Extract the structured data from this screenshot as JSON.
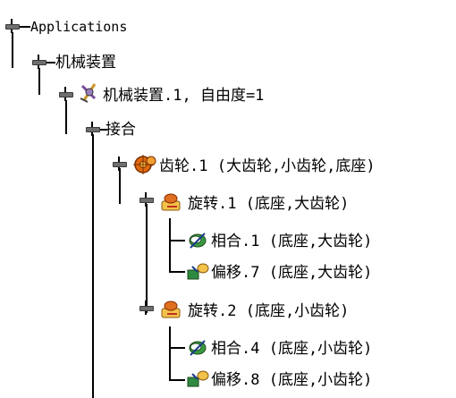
{
  "tree": {
    "nodes": [
      {
        "name": "node-applications",
        "label": "Applications",
        "icon": "toggle-icon"
      },
      {
        "name": "node-mechanism-group",
        "label": "机械装置",
        "icon": "toggle-icon"
      },
      {
        "name": "node-mechanism-1",
        "label": "机械装置.1, 自由度=1",
        "icon": "mechanism-icon"
      },
      {
        "name": "node-joints",
        "label": "接合",
        "icon": "toggle-icon"
      },
      {
        "name": "node-gear-1",
        "label": "齿轮.1 (大齿轮,小齿轮,底座)",
        "icon": "gear-joint-icon"
      },
      {
        "name": "node-revolute-1",
        "label": "旋转.1 (底座,大齿轮)",
        "icon": "revolute-joint-icon"
      },
      {
        "name": "node-coincidence-1",
        "label": "相合.1 (底座,大齿轮)",
        "icon": "coincidence-constraint-icon"
      },
      {
        "name": "node-offset-7",
        "label": "偏移.7 (底座,大齿轮)",
        "icon": "offset-constraint-icon"
      },
      {
        "name": "node-revolute-2",
        "label": "旋转.2 (底座,小齿轮)",
        "icon": "revolute-joint-icon"
      },
      {
        "name": "node-coincidence-4",
        "label": "相合.4 (底座,小齿轮)",
        "icon": "coincidence-constraint-icon"
      },
      {
        "name": "node-offset-8",
        "label": "偏移.8 (底座,小齿轮)",
        "icon": "offset-constraint-icon"
      }
    ]
  }
}
